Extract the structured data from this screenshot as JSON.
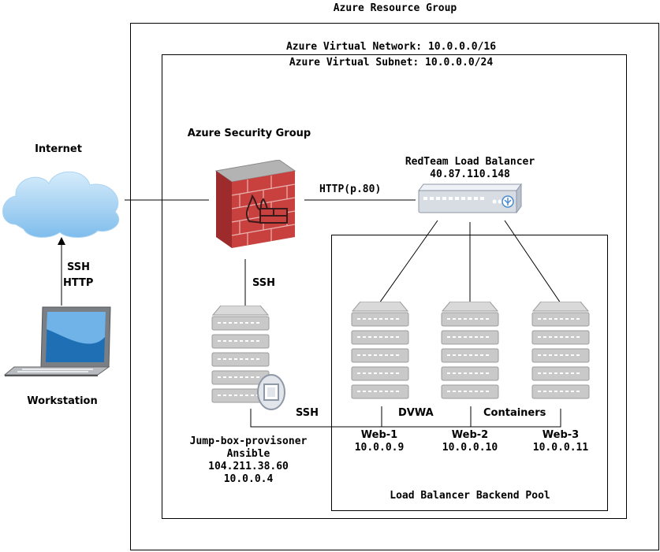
{
  "labels": {
    "resource_group": "Azure Resource Group",
    "vnet": "Azure Virtual Network: 10.0.0.0/16",
    "subnet": "Azure Virtual Subnet: 10.0.0.0/24",
    "security_group": "Azure Security Group",
    "internet": "Internet",
    "workstation": "Workstation",
    "ws_ssh": "SSH",
    "ws_http": "HTTP",
    "lb_name": "RedTeam Load Balancer",
    "lb_ip": "40.87.110.148",
    "http_link": "HTTP(p.80)",
    "fw_ssh": "SSH",
    "jump_ssh": "SSH",
    "dvwa": "DVWA",
    "containers": "Containers",
    "web1_name": "Web-1",
    "web1_ip": "10.0.0.9",
    "web2_name": "Web-2",
    "web2_ip": "10.0.0.10",
    "web3_name": "Web-3",
    "web3_ip": "10.0.0.11",
    "jump_name": "Jump-box-provisoner",
    "jump_role": "Ansible",
    "jump_public_ip": "104.211.38.60",
    "jump_private_ip": "10.0.0.4",
    "backend_pool": "Load Balancer Backend Pool"
  },
  "colors": {
    "server_fill": "#c9c9c9",
    "server_slot": "#ffffff",
    "firewall_brick": "#c8413e",
    "firewall_top": "#a3a3a3",
    "cloud_fill": "#8ec5ee",
    "laptop_screen": "#1f6fb5",
    "lb_fill": "#d8dde4",
    "lb_accent": "#4a8ccd"
  },
  "icons": {
    "internet": "cloud-icon",
    "security_group": "firewall-icon",
    "load_balancer": "load-balancer-icon",
    "server": "server-icon",
    "workstation": "laptop-icon"
  }
}
